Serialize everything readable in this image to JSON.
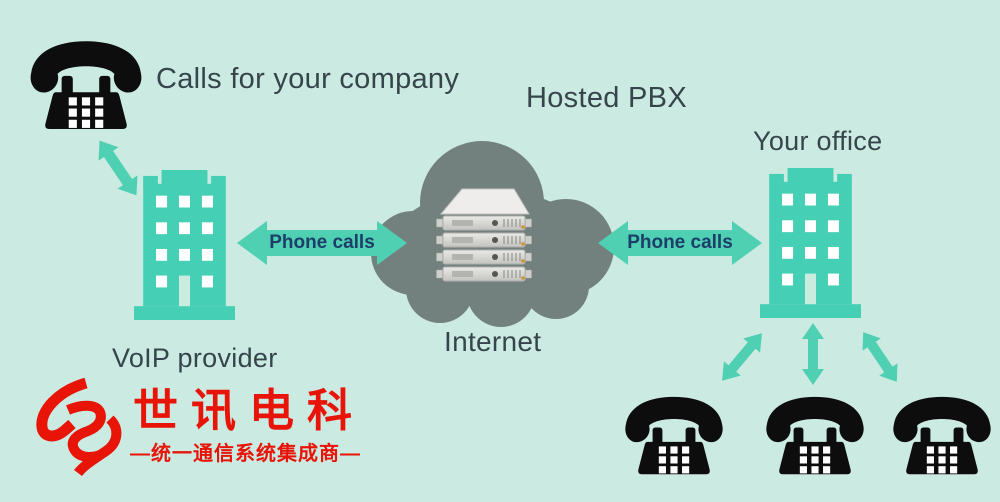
{
  "diagram": {
    "labels": {
      "calls_for_company": "Calls for your company",
      "hosted_pbx": "Hosted PBX",
      "your_office": "Your office",
      "internet": "Internet",
      "voip_provider": "VoIP provider",
      "phone_calls_left": "Phone calls",
      "phone_calls_right": "Phone calls"
    }
  },
  "brand": {
    "name": "世讯电科",
    "tagline": "—统一通信系统集成商—"
  },
  "colors": {
    "background": "#cbeae2",
    "teal_accent": "#45cfb4",
    "arrow_teal": "#4fd0b2",
    "cloud_gray": "#72817d",
    "heading_text": "#36454c",
    "arrow_label_text": "#1c3e69",
    "brand_red": "#e81408",
    "phone_black": "#0d0d0d"
  },
  "icons": [
    "desk-phone-icon",
    "office-building-icon",
    "internet-cloud-icon",
    "server-rack-icon",
    "double-headed-arrow-icon",
    "brand-logomark"
  ]
}
